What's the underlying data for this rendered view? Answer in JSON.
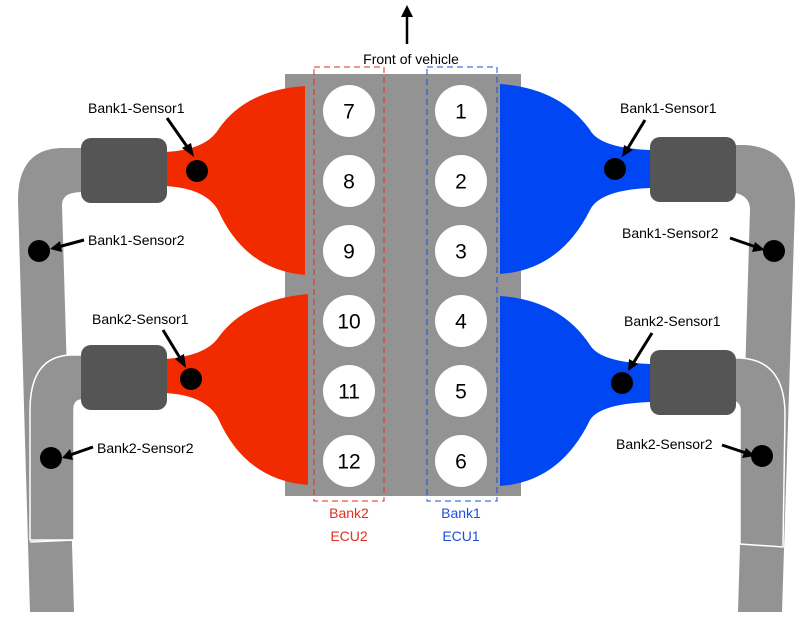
{
  "title": "Front of vehicle",
  "colors": {
    "bank2_red": "#f22a00",
    "bank1_blue": "#0046f2",
    "engine_gray": "#939393",
    "catalyst_dark": "#555555",
    "pipe_gray": "#939393",
    "sensor_black": "#000000"
  },
  "left_side": {
    "upper": {
      "sensor1_label": "Bank1-Sensor1",
      "sensor2_label": "Bank1-Sensor2"
    },
    "lower": {
      "sensor1_label": "Bank2-Sensor1",
      "sensor2_label": "Bank2-Sensor2"
    }
  },
  "right_side": {
    "upper": {
      "sensor1_label": "Bank1-Sensor1",
      "sensor2_label": "Bank1-Sensor2"
    },
    "lower": {
      "sensor1_label": "Bank2-Sensor1",
      "sensor2_label": "Bank2-Sensor2"
    }
  },
  "cylinders": {
    "left_bank": [
      "7",
      "8",
      "9",
      "10",
      "11",
      "12"
    ],
    "right_bank": [
      "1",
      "2",
      "3",
      "4",
      "5",
      "6"
    ]
  },
  "banks": {
    "left": {
      "bank_label": "Bank2",
      "ecu_label": "ECU2"
    },
    "right": {
      "bank_label": "Bank1",
      "ecu_label": "ECU1"
    }
  }
}
